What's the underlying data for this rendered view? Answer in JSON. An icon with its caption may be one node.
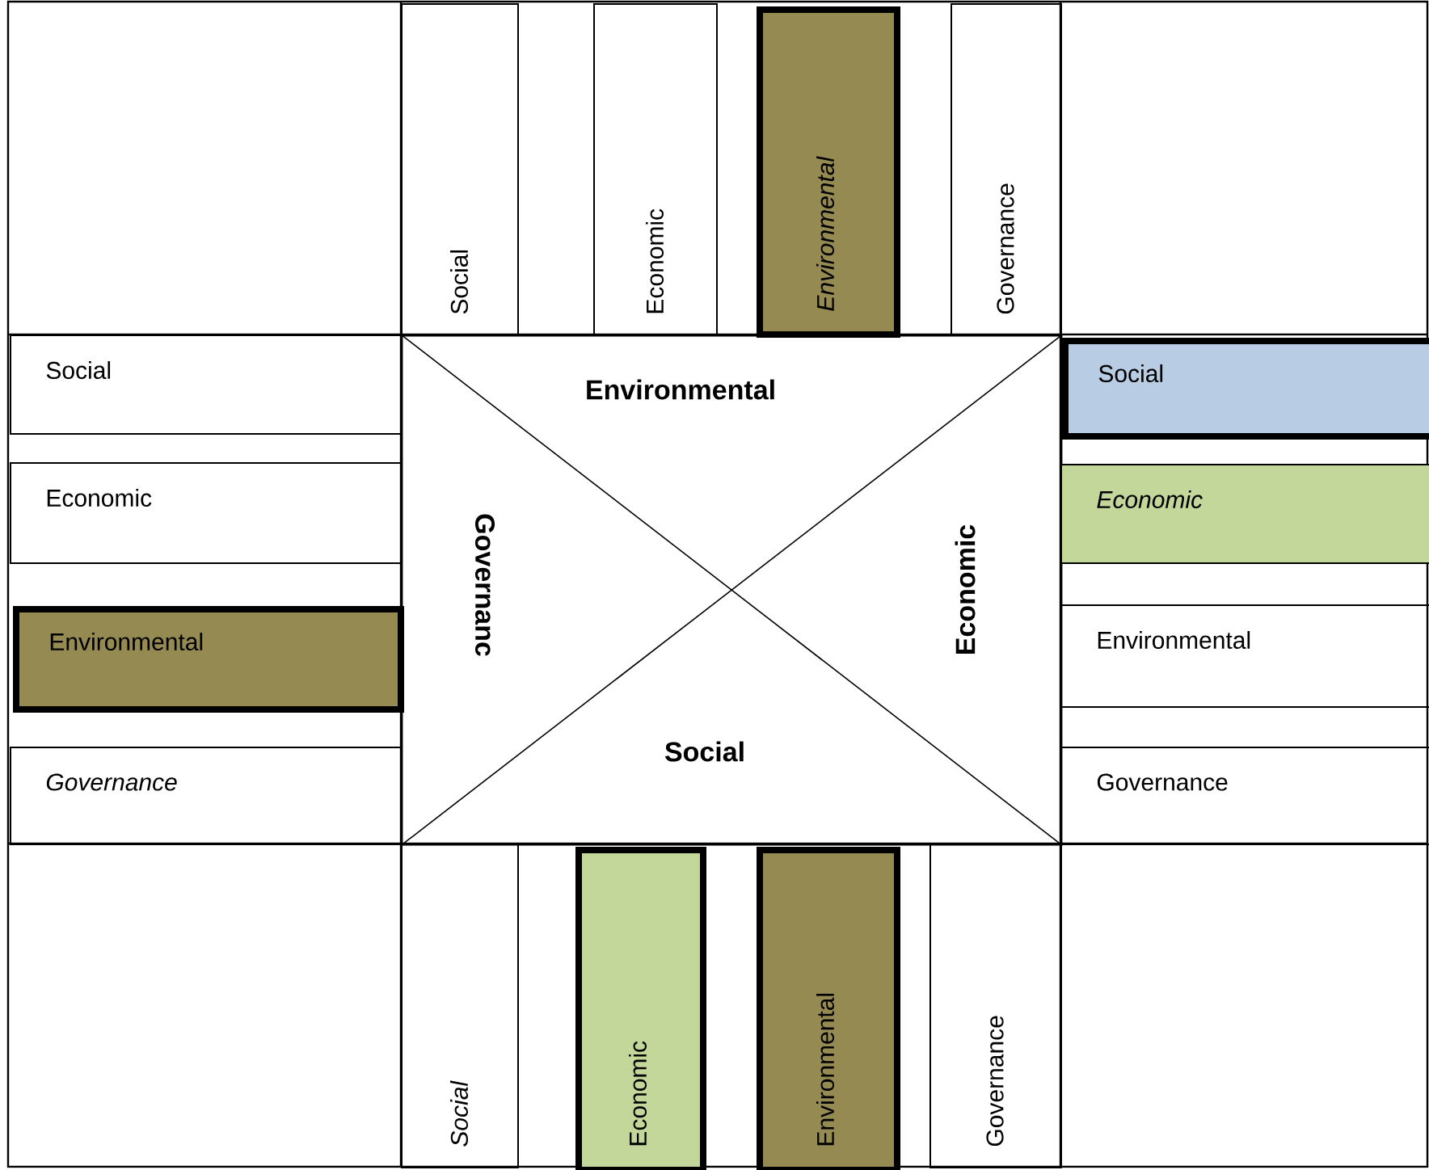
{
  "diagram": {
    "nodes": [
      {
        "text": [
          "Social"
        ]
      },
      {
        "text": [
          "Economic"
        ]
      },
      {
        "text": [
          "Environmental"
        ]
      },
      {
        "text": [
          "Governance"
        ]
      },
      {
        "text": [
          "Social"
        ]
      },
      {
        "text": [
          "Economic"
        ]
      },
      {
        "text": [
          "Environmental"
        ]
      },
      {
        "text": [
          "Governance"
        ]
      },
      {
        "text": [
          "Environmental",
          "Economic",
          "Social",
          "Governanc"
        ]
      },
      {
        "text": [
          "Social"
        ]
      },
      {
        "text": [
          "Economic"
        ]
      },
      {
        "text": [
          "Environmental"
        ]
      },
      {
        "text": [
          "Governance"
        ]
      },
      {
        "text": [
          "Social"
        ]
      },
      {
        "text": [
          "Economic"
        ]
      },
      {
        "text": [
          "Environmental"
        ]
      },
      {
        "text": [
          "Governance"
        ]
      }
    ]
  }
}
